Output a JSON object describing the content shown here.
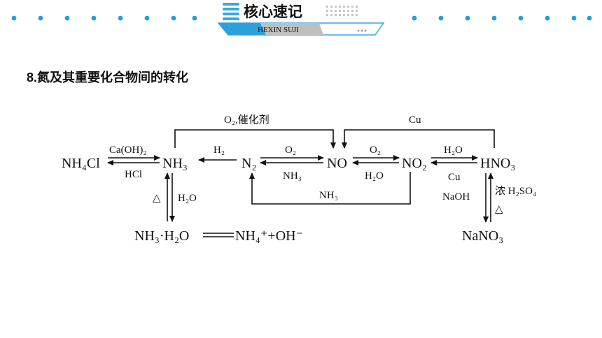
{
  "header": {
    "title": "核心速记",
    "subtitle": "HEXIN SUJI"
  },
  "section_heading": "8.氮及其重要化合物间的转化",
  "species": {
    "nh4cl": "NH₄Cl",
    "nh3": "NH₃",
    "n2": "N₂",
    "no": "NO",
    "no2": "NO₂",
    "hno3": "HNO₃",
    "nh3h2o": "NH₃·H₂O",
    "ions": "NH₄⁺+OH⁻",
    "nano3": "NaNO₃"
  },
  "labels": {
    "ca_oh_2": "Ca(OH)₂",
    "hcl": "HCl",
    "h2_top": "H₂",
    "o2_catalyst": "O₂,催化剂",
    "o2_a": "O₂",
    "nh3_low": "NH₃",
    "o2_b": "O₂",
    "h2o_low": "H₂O",
    "h2o_top": "H₂O",
    "cu_low": "Cu",
    "cu_top": "Cu",
    "nh3_loop": "NH₃",
    "delta": "△",
    "h2o_side": "H₂O",
    "naoh": "NaOH",
    "conc_h2so4": "浓 H₂SO₄",
    "delta2": "△"
  }
}
